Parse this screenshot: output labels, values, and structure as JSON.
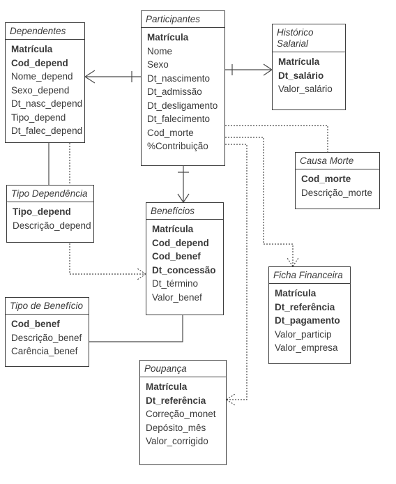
{
  "entities": {
    "dependentes": {
      "title": "Dependentes",
      "attributes": [
        {
          "text": "Matrícula",
          "key": true
        },
        {
          "text": "Cod_depend",
          "key": true
        },
        {
          "text": "Nome_depend",
          "key": false
        },
        {
          "text": "Sexo_depend",
          "key": false
        },
        {
          "text": "Dt_nasc_depend",
          "key": false
        },
        {
          "text": "Tipo_depend",
          "key": false
        },
        {
          "text": "Dt_falec_depend",
          "key": false
        }
      ]
    },
    "participantes": {
      "title": "Participantes",
      "attributes": [
        {
          "text": "Matrícula",
          "key": true
        },
        {
          "text": "Nome",
          "key": false
        },
        {
          "text": "Sexo",
          "key": false
        },
        {
          "text": "Dt_nascimento",
          "key": false
        },
        {
          "text": "Dt_admissão",
          "key": false
        },
        {
          "text": "Dt_desligamento",
          "key": false
        },
        {
          "text": "Dt_falecimento",
          "key": false
        },
        {
          "text": "Cod_morte",
          "key": false
        },
        {
          "text": "%Contribuição",
          "key": false
        }
      ]
    },
    "historico_salarial": {
      "title": [
        "Histórico",
        "Salarial"
      ],
      "attributes": [
        {
          "text": "Matrícula",
          "key": true
        },
        {
          "text": "Dt_salário",
          "key": true
        },
        {
          "text": "Valor_salário",
          "key": false
        }
      ]
    },
    "causa_morte": {
      "title": "Causa Morte",
      "attributes": [
        {
          "text": "Cod_morte",
          "key": true
        },
        {
          "text": "Descrição_morte",
          "key": false
        }
      ]
    },
    "tipo_dependencia": {
      "title": "Tipo Dependência",
      "attributes": [
        {
          "text": "Tipo_depend",
          "key": true
        },
        {
          "text": "Descrição_depend",
          "key": false
        }
      ]
    },
    "beneficios": {
      "title": "Benefícios",
      "attributes": [
        {
          "text": "Matrícula",
          "key": true
        },
        {
          "text": "Cod_depend",
          "key": true
        },
        {
          "text": "Cod_benef",
          "key": true
        },
        {
          "text": "Dt_concessão",
          "key": true
        },
        {
          "text": "Dt_término",
          "key": false
        },
        {
          "text": "Valor_benef",
          "key": false
        }
      ]
    },
    "ficha_financeira": {
      "title": "Ficha Financeira",
      "attributes": [
        {
          "text": "Matrícula",
          "key": true
        },
        {
          "text": "Dt_referência",
          "key": true
        },
        {
          "text": "Dt_pagamento",
          "key": true
        },
        {
          "text": "Valor_particip",
          "key": false
        },
        {
          "text": "Valor_empresa",
          "key": false
        }
      ]
    },
    "tipo_beneficio": {
      "title": "Tipo de Benefício",
      "attributes": [
        {
          "text": "Cod_benef",
          "key": true
        },
        {
          "text": "Descrição_benef",
          "key": false
        },
        {
          "text": "Carência_benef",
          "key": false
        }
      ]
    },
    "poupanca": {
      "title": "Poupança",
      "attributes": [
        {
          "text": "Matrícula",
          "key": true
        },
        {
          "text": "Dt_referência",
          "key": true
        },
        {
          "text": "Correção_monet",
          "key": false
        },
        {
          "text": "Depósito_mês",
          "key": false
        },
        {
          "text": "Valor_corrigido",
          "key": false
        }
      ]
    }
  }
}
